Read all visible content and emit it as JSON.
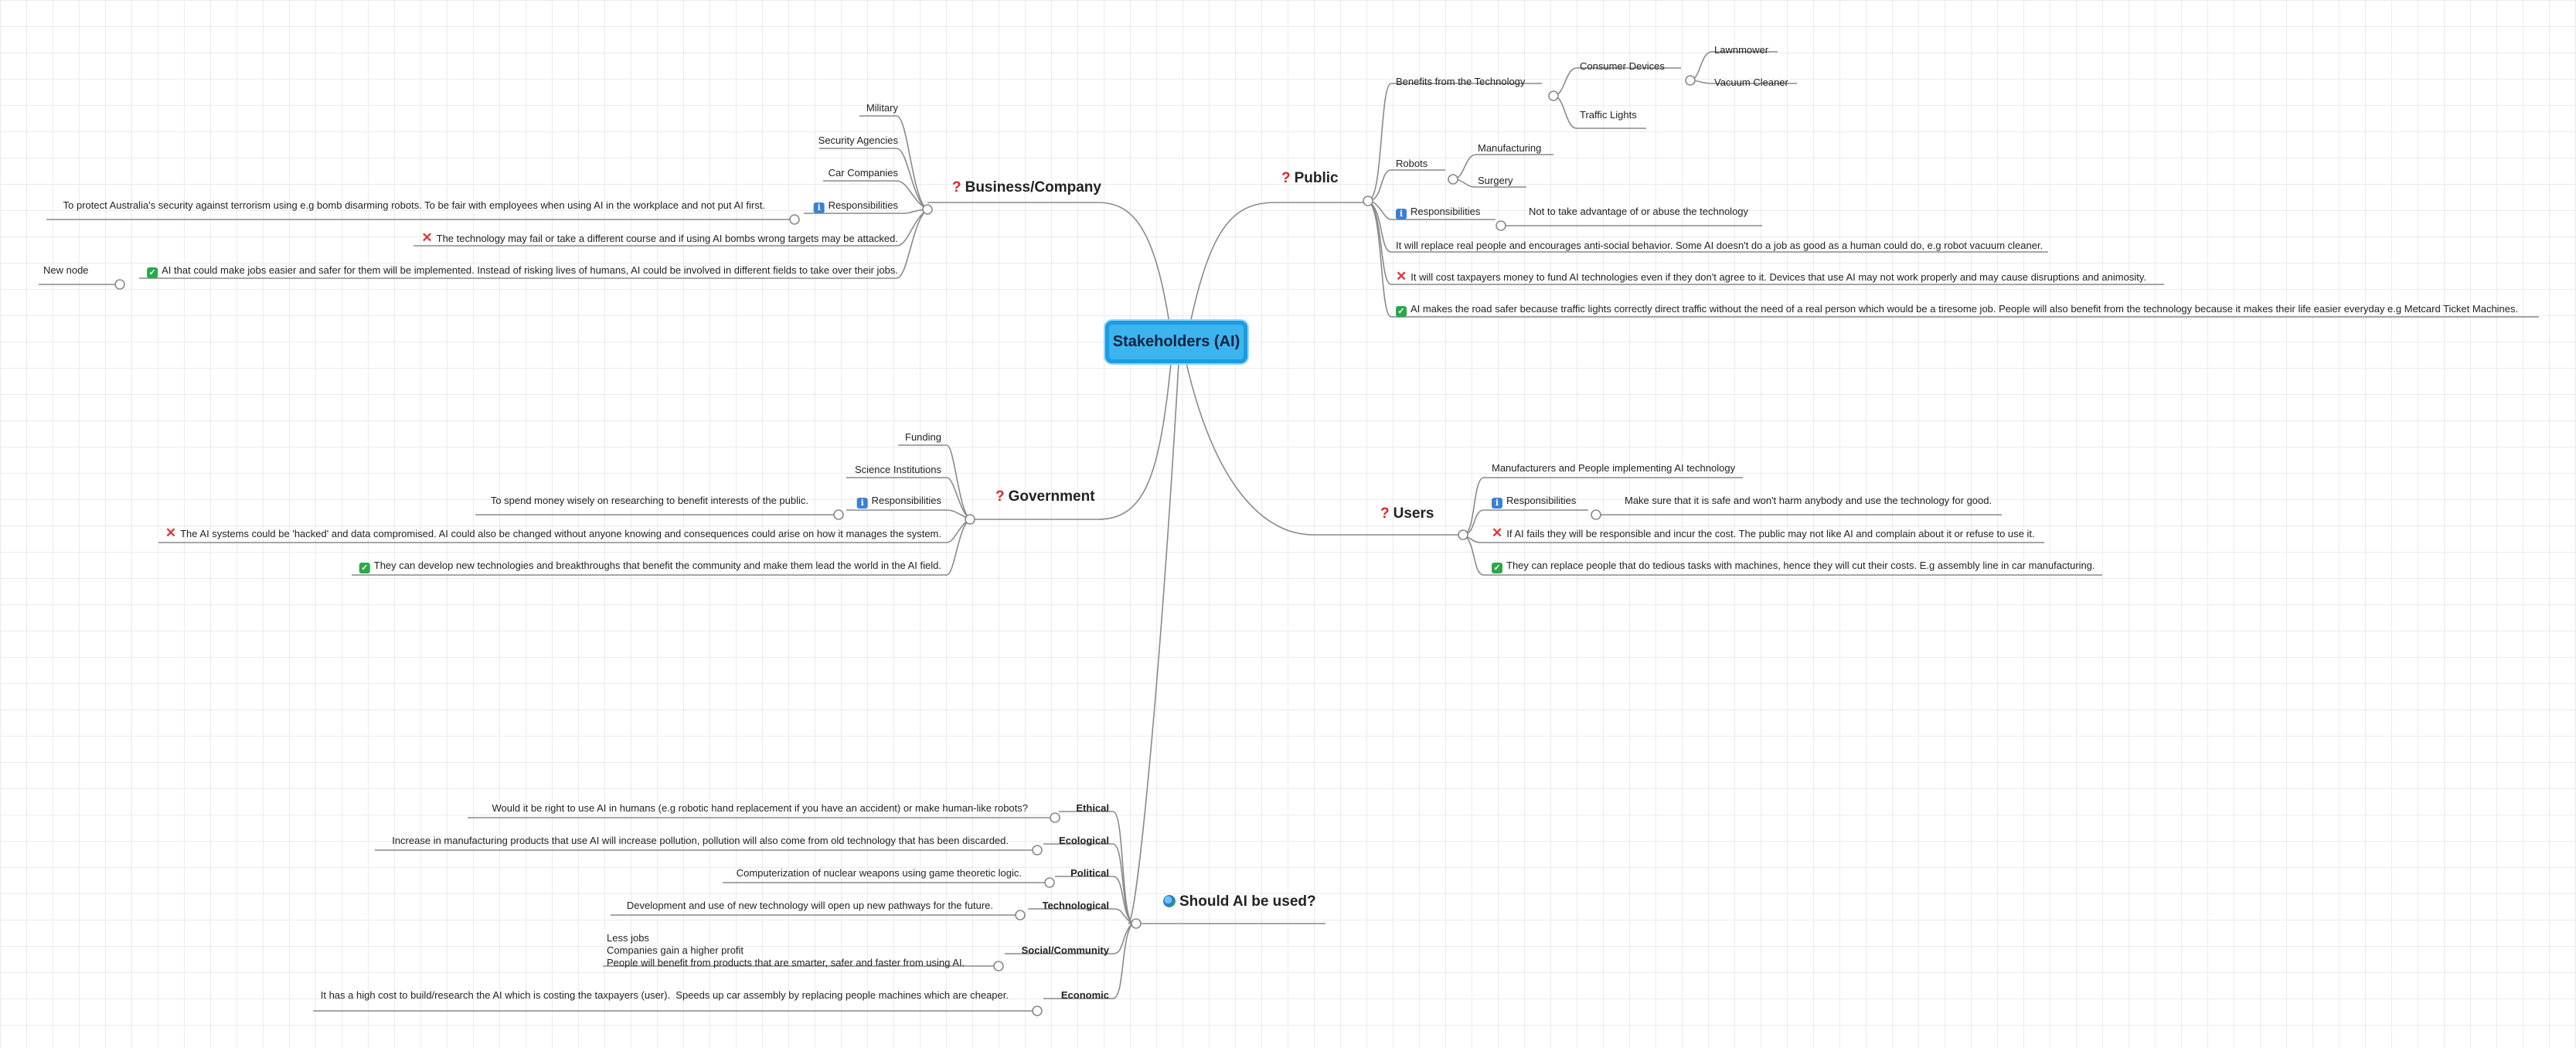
{
  "central": "Stakeholders (AI)",
  "business": {
    "title": "Business/Company",
    "military": "Military",
    "security": "Security Agencies",
    "car": "Car Companies",
    "resp_label": "Responsibilities",
    "resp_text": "To protect Australia's security against terrorism using e.g bomb disarming robots. To be fair with employees when using AI in the workplace and not put AI first.",
    "con": "The technology may fail or take a different course and if using AI bombs wrong targets may be attacked.",
    "pro": "AI that could make jobs easier and safer for them will be implemented. Instead of risking lives of humans, AI could be involved in different fields to take over their jobs.",
    "new_node": "New node"
  },
  "public": {
    "title": "Public",
    "benefits": "Benefits from the Technology",
    "consumer": "Consumer Devices",
    "lawnmower": "Lawnmower",
    "vacuum": "Vacuum Cleaner",
    "traffic": "Traffic Lights",
    "robots": "Robots",
    "manufacturing": "Manufacturing",
    "surgery": "Surgery",
    "resp_label": "Responsibilities",
    "resp_text": "Not to take advantage of or abuse the technology",
    "replace": "It will replace real people and encourages anti-social behavior. Some AI doesn't do a job as good as a human could do, e.g robot vacuum cleaner.",
    "con": "It will cost taxpayers money to fund AI technologies even if they don't agree to it. Devices that use AI may not work properly and may cause disruptions and animosity.",
    "pro": "AI makes the road safer because traffic lights correctly direct traffic without the need of a real person which would be a tiresome job. People will also benefit from the technology because it makes their life easier everyday e.g Metcard Ticket Machines."
  },
  "government": {
    "title": "Government",
    "funding": "Funding",
    "science": "Science Institutions",
    "resp_label": "Responsibilities",
    "resp_text": "To spend money wisely on researching to benefit interests of the public.",
    "con": "The AI systems could be 'hacked' and data compromised. AI could also be changed without anyone knowing and consequences could arise on how it manages the system.",
    "pro": "They can develop new technologies and breakthroughs that benefit the community and make them lead the world in the AI field."
  },
  "users": {
    "title": "Users",
    "manufacturers": "Manufacturers and People implementing AI technology",
    "resp_label": "Responsibilities",
    "resp_text": "Make sure that it is safe and won't harm anybody and use the technology for good.",
    "con": "If AI fails they will be responsible and incur the cost. The public may not like AI and complain about it or refuse to use it.",
    "pro": "They can replace people that do tedious tasks with machines, hence they will cut their costs. E.g assembly line in car manufacturing."
  },
  "should": {
    "title": "Should AI be used?",
    "ethical": "Ethical",
    "ethical_text": "Would it be right to use AI in humans (e.g robotic hand replacement if you have an accident) or make human-like robots?",
    "ecological": "Ecological",
    "ecological_text": "Increase in manufacturing products that use AI will increase pollution, pollution will also come from old technology that has been discarded.",
    "political": "Political",
    "political_text": "Computerization of nuclear weapons using game theoretic logic.",
    "technological": "Technological",
    "technological_text": "Development and use of new technology will open up new pathways for the future.",
    "social": "Social/Community",
    "social_text": "Less jobs\nCompanies gain a higher profit\nPeople will benefit from products that are smarter, safer and faster from using AI.",
    "economic": "Economic",
    "economic_text": "It has a high cost to build/research the AI which is costing the taxpayers (user).  Speeds up car assembly by replacing people machines which are cheaper."
  },
  "colors": {
    "line": "#8a8a8a",
    "central_fill": "#3cb4ee",
    "central_border": "#1a9be2"
  },
  "icons": [
    "question-icon",
    "cross-icon",
    "check-icon",
    "info-icon",
    "globe-icon"
  ]
}
